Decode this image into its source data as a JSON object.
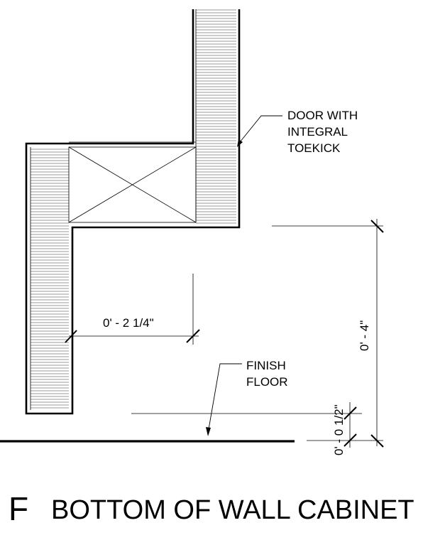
{
  "sheet": {
    "detail_tag": "F",
    "detail_title": "BOTTOM OF WALL CABINET"
  },
  "notes": {
    "door": [
      "DOOR WITH",
      "INTEGRAL",
      "TOEKICK"
    ],
    "floor": [
      "FINISH",
      "FLOOR"
    ]
  },
  "dimensions": {
    "horizontal": "0' - 2 1/4\"",
    "vertical_total": "0' - 4\"",
    "vertical_small": "0' - 0 1/2\""
  },
  "colors": {
    "line": "#000000",
    "hatch": "#6b6b6b",
    "background": "#ffffff"
  }
}
